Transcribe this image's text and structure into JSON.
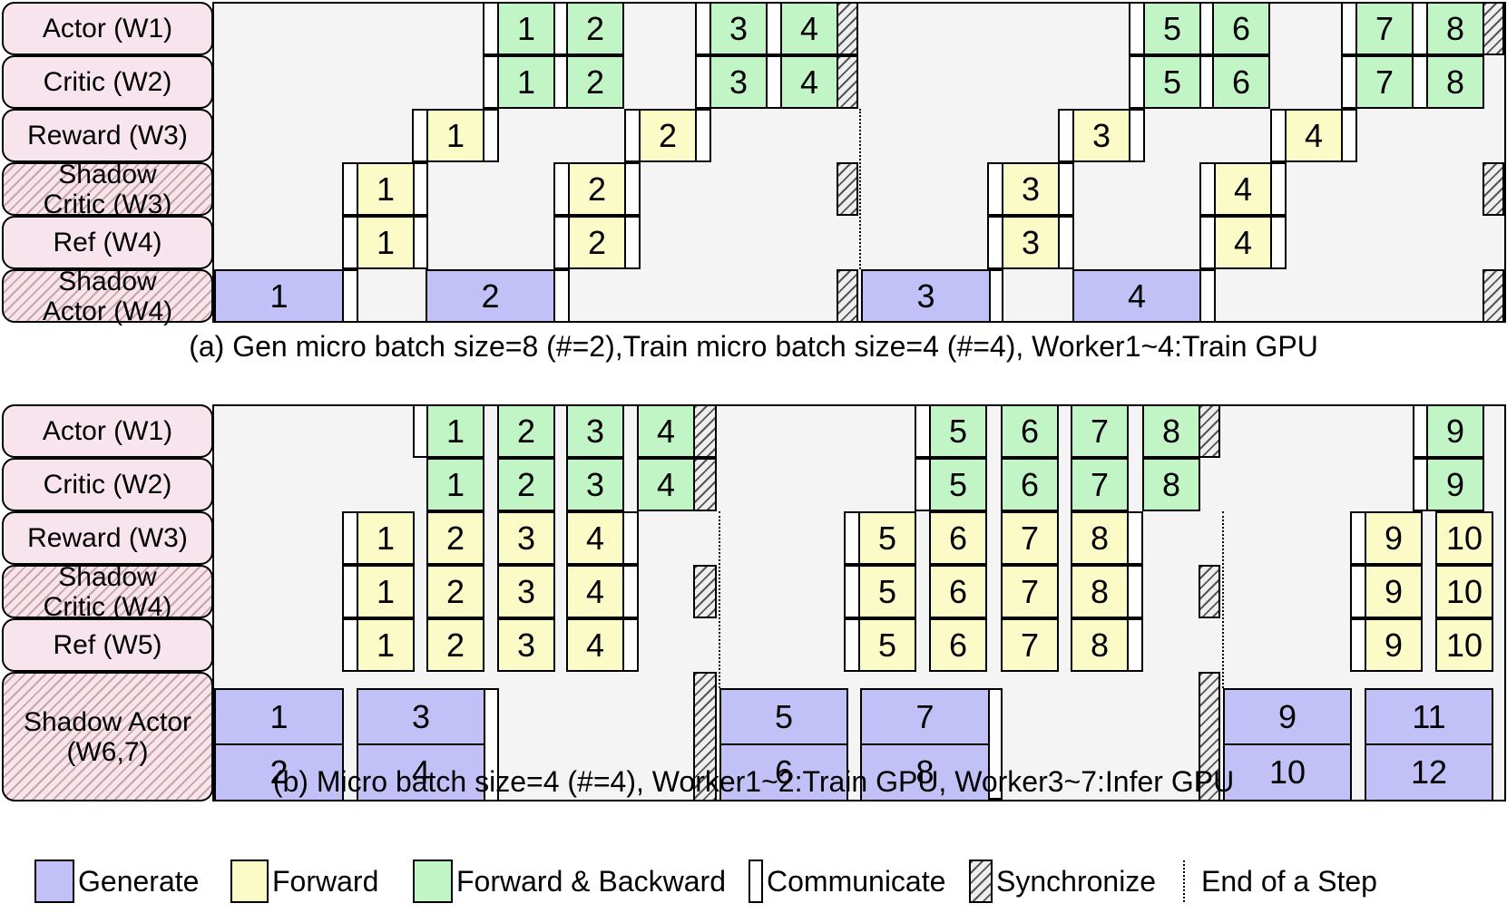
{
  "panel_a": {
    "rows": [
      {
        "label": "Actor (W1)",
        "shadow": false
      },
      {
        "label": "Critic (W2)",
        "shadow": false
      },
      {
        "label": "Reward (W3)",
        "shadow": false
      },
      {
        "label": "Shadow\nCritic (W3)",
        "shadow": true
      },
      {
        "label": "Ref (W4)",
        "shadow": false
      },
      {
        "label": "Shadow\nActor (W4)",
        "shadow": true
      }
    ],
    "caption": "(a) Gen micro batch size=8 (#=2),Train micro batch size=4 (#=4), Worker1~4:Train GPU",
    "blocks": [
      {
        "row": 0,
        "kind": "fb",
        "text": "1"
      },
      {
        "row": 0,
        "kind": "fb",
        "text": "2"
      },
      {
        "row": 0,
        "kind": "fb",
        "text": "3"
      },
      {
        "row": 0,
        "kind": "fb",
        "text": "4"
      },
      {
        "row": 0,
        "kind": "fb",
        "text": "5"
      },
      {
        "row": 0,
        "kind": "fb",
        "text": "6"
      },
      {
        "row": 0,
        "kind": "fb",
        "text": "7"
      },
      {
        "row": 0,
        "kind": "fb",
        "text": "8"
      },
      {
        "row": 1,
        "kind": "fb",
        "text": "1"
      },
      {
        "row": 1,
        "kind": "fb",
        "text": "2"
      },
      {
        "row": 1,
        "kind": "fb",
        "text": "3"
      },
      {
        "row": 1,
        "kind": "fb",
        "text": "4"
      },
      {
        "row": 1,
        "kind": "fb",
        "text": "5"
      },
      {
        "row": 1,
        "kind": "fb",
        "text": "6"
      },
      {
        "row": 1,
        "kind": "fb",
        "text": "7"
      },
      {
        "row": 1,
        "kind": "fb",
        "text": "8"
      },
      {
        "row": 2,
        "kind": "fwd",
        "text": "1"
      },
      {
        "row": 2,
        "kind": "fwd",
        "text": "2"
      },
      {
        "row": 2,
        "kind": "fwd",
        "text": "3"
      },
      {
        "row": 2,
        "kind": "fwd",
        "text": "4"
      },
      {
        "row": 3,
        "kind": "fwd",
        "text": "1"
      },
      {
        "row": 3,
        "kind": "fwd",
        "text": "2"
      },
      {
        "row": 3,
        "kind": "fwd",
        "text": "3"
      },
      {
        "row": 3,
        "kind": "fwd",
        "text": "4"
      },
      {
        "row": 4,
        "kind": "fwd",
        "text": "1"
      },
      {
        "row": 4,
        "kind": "fwd",
        "text": "2"
      },
      {
        "row": 4,
        "kind": "fwd",
        "text": "3"
      },
      {
        "row": 4,
        "kind": "fwd",
        "text": "4"
      },
      {
        "row": 5,
        "kind": "gen",
        "text": "1"
      },
      {
        "row": 5,
        "kind": "gen",
        "text": "2"
      },
      {
        "row": 5,
        "kind": "gen",
        "text": "3"
      },
      {
        "row": 5,
        "kind": "gen",
        "text": "4"
      }
    ]
  },
  "panel_b": {
    "rows": [
      {
        "label": "Actor (W1)",
        "shadow": false
      },
      {
        "label": "Critic (W2)",
        "shadow": false
      },
      {
        "label": "Reward (W3)",
        "shadow": false
      },
      {
        "label": "Shadow\nCritic (W4)",
        "shadow": true
      },
      {
        "label": "Ref (W5)",
        "shadow": false
      },
      {
        "label": "Shadow Actor\n(W6,7)",
        "shadow": true
      }
    ],
    "caption": "(b) Micro batch size=4 (#=4), Worker1~2:Train GPU, Worker3~7:Infer GPU",
    "blocks": [
      {
        "row": 0,
        "kind": "fb",
        "text": "1"
      },
      {
        "row": 0,
        "kind": "fb",
        "text": "2"
      },
      {
        "row": 0,
        "kind": "fb",
        "text": "3"
      },
      {
        "row": 0,
        "kind": "fb",
        "text": "4"
      },
      {
        "row": 0,
        "kind": "fb",
        "text": "5"
      },
      {
        "row": 0,
        "kind": "fb",
        "text": "6"
      },
      {
        "row": 0,
        "kind": "fb",
        "text": "7"
      },
      {
        "row": 0,
        "kind": "fb",
        "text": "8"
      },
      {
        "row": 0,
        "kind": "fb",
        "text": "9"
      },
      {
        "row": 1,
        "kind": "fb",
        "text": "1"
      },
      {
        "row": 1,
        "kind": "fb",
        "text": "2"
      },
      {
        "row": 1,
        "kind": "fb",
        "text": "3"
      },
      {
        "row": 1,
        "kind": "fb",
        "text": "4"
      },
      {
        "row": 1,
        "kind": "fb",
        "text": "5"
      },
      {
        "row": 1,
        "kind": "fb",
        "text": "6"
      },
      {
        "row": 1,
        "kind": "fb",
        "text": "7"
      },
      {
        "row": 1,
        "kind": "fb",
        "text": "8"
      },
      {
        "row": 1,
        "kind": "fb",
        "text": "9"
      },
      {
        "row": 2,
        "kind": "fwd",
        "text": "1"
      },
      {
        "row": 2,
        "kind": "fwd",
        "text": "2"
      },
      {
        "row": 2,
        "kind": "fwd",
        "text": "3"
      },
      {
        "row": 2,
        "kind": "fwd",
        "text": "4"
      },
      {
        "row": 2,
        "kind": "fwd",
        "text": "5"
      },
      {
        "row": 2,
        "kind": "fwd",
        "text": "6"
      },
      {
        "row": 2,
        "kind": "fwd",
        "text": "7"
      },
      {
        "row": 2,
        "kind": "fwd",
        "text": "8"
      },
      {
        "row": 2,
        "kind": "fwd",
        "text": "9"
      },
      {
        "row": 2,
        "kind": "fwd",
        "text": "10"
      },
      {
        "row": 3,
        "kind": "fwd",
        "text": "1"
      },
      {
        "row": 3,
        "kind": "fwd",
        "text": "2"
      },
      {
        "row": 3,
        "kind": "fwd",
        "text": "3"
      },
      {
        "row": 3,
        "kind": "fwd",
        "text": "4"
      },
      {
        "row": 3,
        "kind": "fwd",
        "text": "5"
      },
      {
        "row": 3,
        "kind": "fwd",
        "text": "6"
      },
      {
        "row": 3,
        "kind": "fwd",
        "text": "7"
      },
      {
        "row": 3,
        "kind": "fwd",
        "text": "8"
      },
      {
        "row": 3,
        "kind": "fwd",
        "text": "9"
      },
      {
        "row": 3,
        "kind": "fwd",
        "text": "10"
      },
      {
        "row": 4,
        "kind": "fwd",
        "text": "1"
      },
      {
        "row": 4,
        "kind": "fwd",
        "text": "2"
      },
      {
        "row": 4,
        "kind": "fwd",
        "text": "3"
      },
      {
        "row": 4,
        "kind": "fwd",
        "text": "4"
      },
      {
        "row": 4,
        "kind": "fwd",
        "text": "5"
      },
      {
        "row": 4,
        "kind": "fwd",
        "text": "6"
      },
      {
        "row": 4,
        "kind": "fwd",
        "text": "7"
      },
      {
        "row": 4,
        "kind": "fwd",
        "text": "8"
      },
      {
        "row": 4,
        "kind": "fwd",
        "text": "9"
      },
      {
        "row": 4,
        "kind": "fwd",
        "text": "10"
      },
      {
        "row": 5,
        "kind": "gen",
        "text": "1"
      },
      {
        "row": 5,
        "kind": "gen",
        "text": "2"
      },
      {
        "row": 5,
        "kind": "gen",
        "text": "3"
      },
      {
        "row": 5,
        "kind": "gen",
        "text": "4"
      },
      {
        "row": 5,
        "kind": "gen",
        "text": "5"
      },
      {
        "row": 5,
        "kind": "gen",
        "text": "6"
      },
      {
        "row": 5,
        "kind": "gen",
        "text": "7"
      },
      {
        "row": 5,
        "kind": "gen",
        "text": "8"
      },
      {
        "row": 5,
        "kind": "gen",
        "text": "9"
      },
      {
        "row": 5,
        "kind": "gen",
        "text": "10"
      },
      {
        "row": 5,
        "kind": "gen",
        "text": "11"
      },
      {
        "row": 5,
        "kind": "gen",
        "text": "12"
      }
    ]
  },
  "legend": {
    "generate": "Generate",
    "forward": "Forward",
    "forward_backward": "Forward & Backward",
    "communicate": "Communicate",
    "synchronize": "Synchronize",
    "end_of_step": "End of a Step"
  },
  "colors": {
    "generate": "#c1c1f7",
    "forward": "#fbfbc8",
    "forward_backward": "#c2f5c6",
    "communicate": "#ffffff",
    "label_bg": "#f7e4ec",
    "area_bg": "#f4f4f4"
  }
}
